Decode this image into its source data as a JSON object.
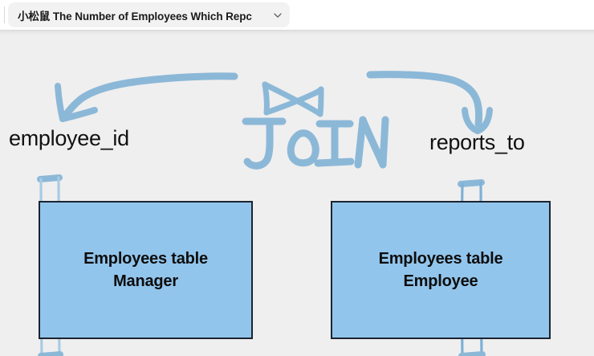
{
  "tab": {
    "title": "小松鼠 The Number of Employees Which Repc",
    "chevron_icon": "chevron-down-icon"
  },
  "diagram": {
    "join_label": "JOIN",
    "join_symbol_icon": "bowtie-join-icon",
    "left_field_label": "employee_id",
    "right_field_label": "reports_to",
    "left_arrow_icon": "curved-arrow-left-icon",
    "right_arrow_icon": "curved-arrow-down-icon",
    "tables": [
      {
        "title": "Employees table",
        "role": "Manager",
        "column_highlight_icon": "column-highlight-icon"
      },
      {
        "title": "Employees table",
        "role": "Employee",
        "column_highlight_icon": "column-highlight-icon"
      }
    ]
  },
  "colors": {
    "canvas_background": "#efefef",
    "table_fill": "#92c5ec",
    "table_border": "#1c2430",
    "ink_blue": "#8cb8d8",
    "text_dark": "#111111",
    "tab_background": "#f2f2f2"
  }
}
